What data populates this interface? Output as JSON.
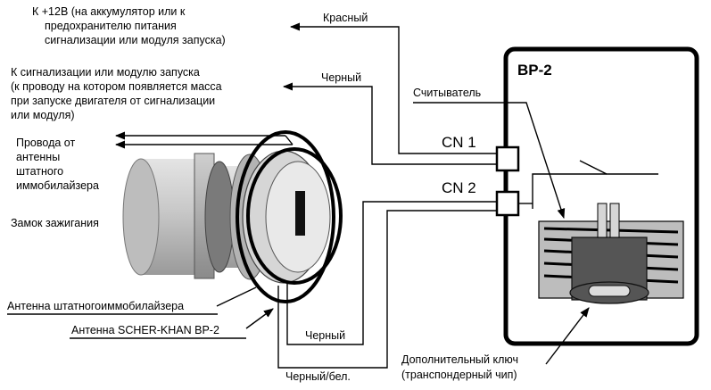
{
  "top_left_label": [
    "К +12В (на аккумулятор или к",
    "предохранителю питания",
    "сигнализации или модуля запуска)"
  ],
  "red_wire": "Красный",
  "ground_label": [
    "К сигнализации или модулю запуска",
    "(к проводу на котором появляется масса",
    "при запуске двигателя от сигнализации",
    "или модуля)"
  ],
  "black_wire_top": "Черный",
  "antenna_wires_label": [
    "Провода от",
    "антенны",
    "штатного",
    "иммобилайзера"
  ],
  "lock_label": "Замок зажигания",
  "std_antenna_label": "Антенна штатногоиммобилайзера",
  "scher_antenna_label": "Антенна SCHER-KHAN BP-2",
  "black_wire_bottom": "Черный",
  "black_white_wire": "Черный/бел.",
  "unit_title": "BP-2",
  "reader_label": "Считыватель",
  "cn1": "CN 1",
  "cn2": "CN 2",
  "extra_key_label": [
    "Дополнительный ключ",
    "(транспондерный чип)"
  ]
}
